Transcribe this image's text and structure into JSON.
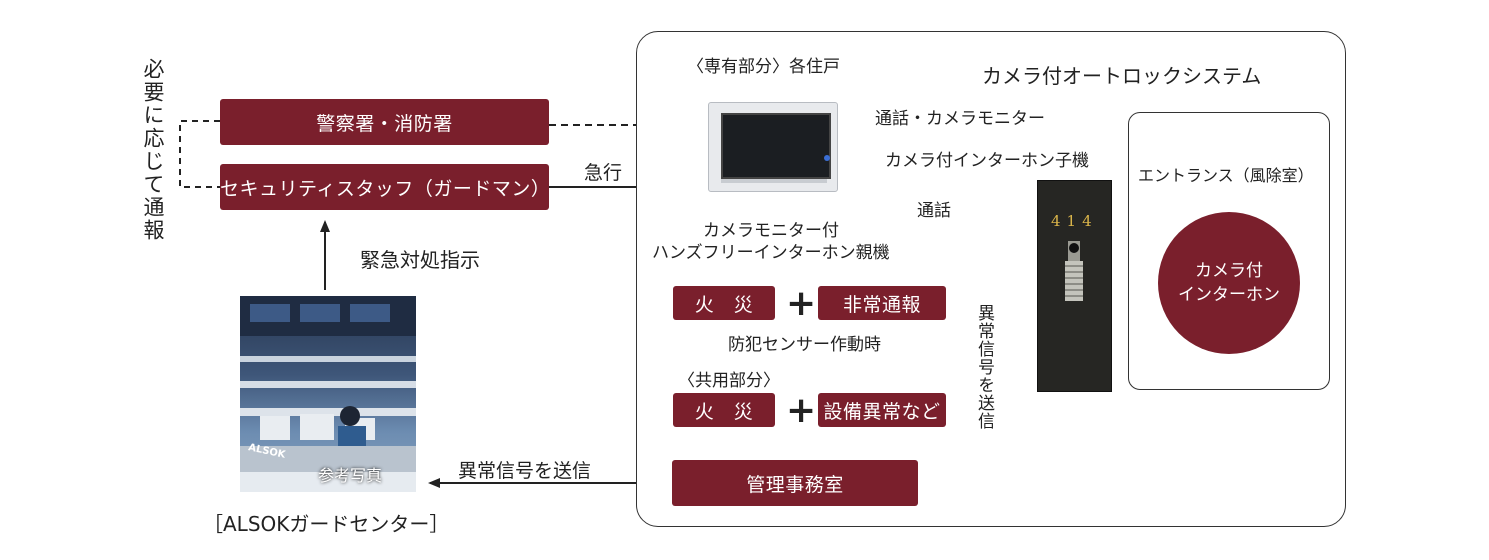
{
  "left_vertical": "必要に応じて通報",
  "police_fire": "警察署・消防署",
  "security_staff": "セキュリティスタッフ（ガードマン）",
  "rush": "急行",
  "emergency": "緊急対処指示",
  "photo_ref": "参考写真",
  "alsok_center": "［ALSOKガードセンター］",
  "photo_brand": "ALSOK",
  "send_abnormal": "異常信号を送信",
  "panel": {
    "title": "カメラ付オートロックシステム",
    "private_part": "〈専有部分〉各住戸",
    "monitor_label_1": "カメラモニター付",
    "monitor_label_2": "ハンズフリーインターホン親機",
    "talk_camera": "通話・カメラモニター",
    "camera_intercom_sub": "カメラ付インターホン子機",
    "talk": "通話",
    "entrance": "エントランス（風除室）",
    "camera_intercom_1": "カメラ付",
    "camera_intercom_2": "インターホン",
    "room_number": "414",
    "fire_1": "火　災",
    "emergency_report": "非常通報",
    "crime_sensor": "防犯センサー作動時",
    "common_part": "〈共用部分〉",
    "fire_2": "火　災",
    "equipment_abnormal": "設備異常など",
    "management_office": "管理事務室",
    "vertical_send": "異常信号を送信",
    "plus": "+"
  },
  "colors": {
    "accent": "#7a1f2c",
    "line": "#222222"
  }
}
